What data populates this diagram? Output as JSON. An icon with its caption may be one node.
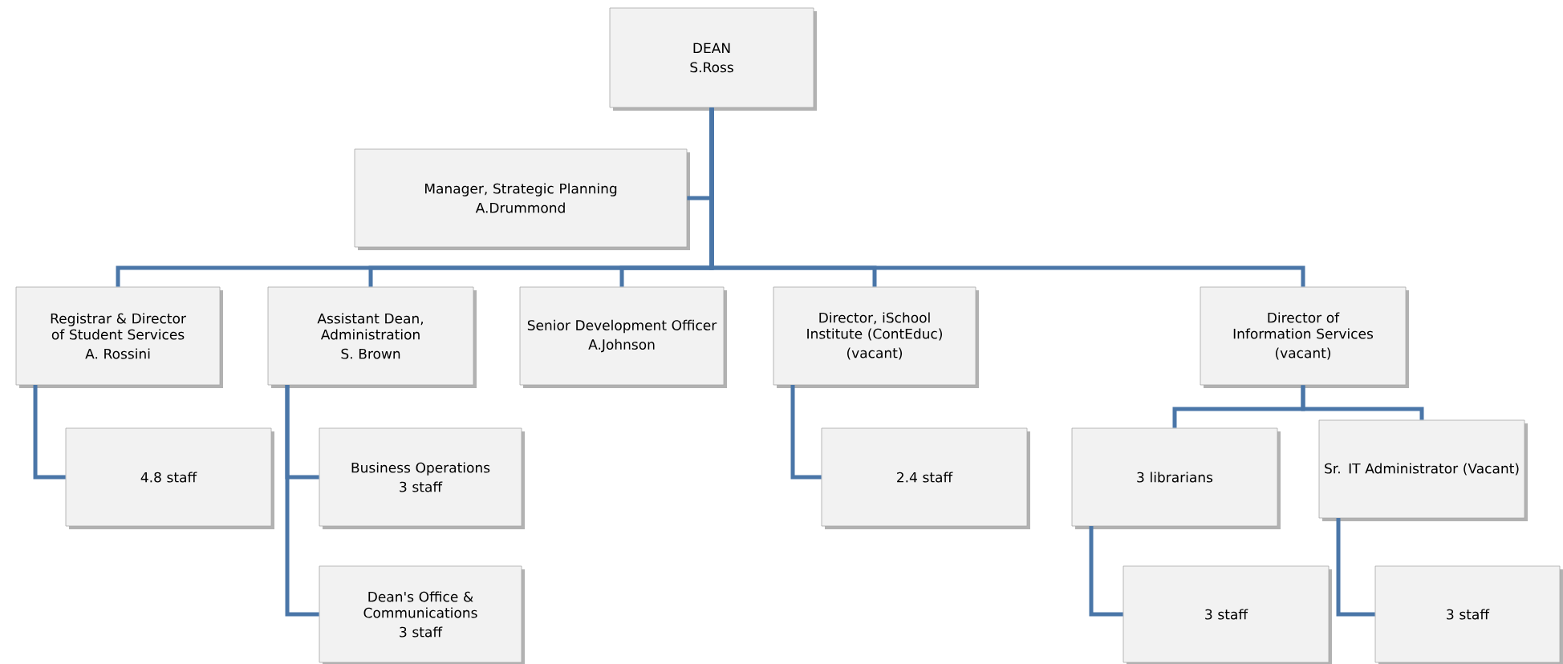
{
  "diagram": {
    "nodes": [
      {
        "text": [
          "DEAN",
          "S.Ross"
        ]
      },
      {
        "text": [
          "Manager, Strategic Planning",
          "A.Drummond"
        ]
      },
      {
        "text": [
          "Registrar & Director of Student Services",
          "A. Rossini"
        ]
      },
      {
        "text": [
          "Assistant Dean, Administration",
          "S. Brown"
        ]
      },
      {
        "text": [
          "Senior Development Officer",
          "A.Johnson"
        ]
      },
      {
        "text": [
          "Director, iSchool Institute (ContEduc)",
          "(vacant)"
        ]
      },
      {
        "text": [
          "Director of Information Services",
          "(vacant)"
        ]
      },
      {
        "text": [
          "4.8 staff"
        ]
      },
      {
        "text": [
          "Business Operations",
          "3 staff"
        ]
      },
      {
        "text": [
          "Dean's Office & Communications",
          "3 staff"
        ]
      },
      {
        "text": [
          "2.4 staff"
        ]
      },
      {
        "text": [
          "3 librarians"
        ]
      },
      {
        "text": [
          "Sr. IT Administrator (Vacant)"
        ]
      },
      {
        "text": [
          "3 staff"
        ]
      },
      {
        "text": [
          "3 staff"
        ]
      }
    ],
    "edges": [
      {
        "from": 0,
        "to": 1,
        "arrow": "none"
      },
      {
        "from": 0,
        "to": 2,
        "arrow": "none"
      },
      {
        "from": 0,
        "to": 3,
        "arrow": "none"
      },
      {
        "from": 0,
        "to": 4,
        "arrow": "none"
      },
      {
        "from": 0,
        "to": 5,
        "arrow": "none"
      },
      {
        "from": 0,
        "to": 6,
        "arrow": "none"
      },
      {
        "from": 2,
        "to": 7,
        "arrow": "none"
      },
      {
        "from": 3,
        "to": 8,
        "arrow": "none"
      },
      {
        "from": 3,
        "to": 9,
        "arrow": "none"
      },
      {
        "from": 5,
        "to": 10,
        "arrow": "none"
      },
      {
        "from": 6,
        "to": 11,
        "arrow": "none"
      },
      {
        "from": 6,
        "to": 12,
        "arrow": "none"
      },
      {
        "from": 11,
        "to": 13,
        "arrow": "none"
      },
      {
        "from": 12,
        "to": 14,
        "arrow": "none"
      }
    ]
  }
}
